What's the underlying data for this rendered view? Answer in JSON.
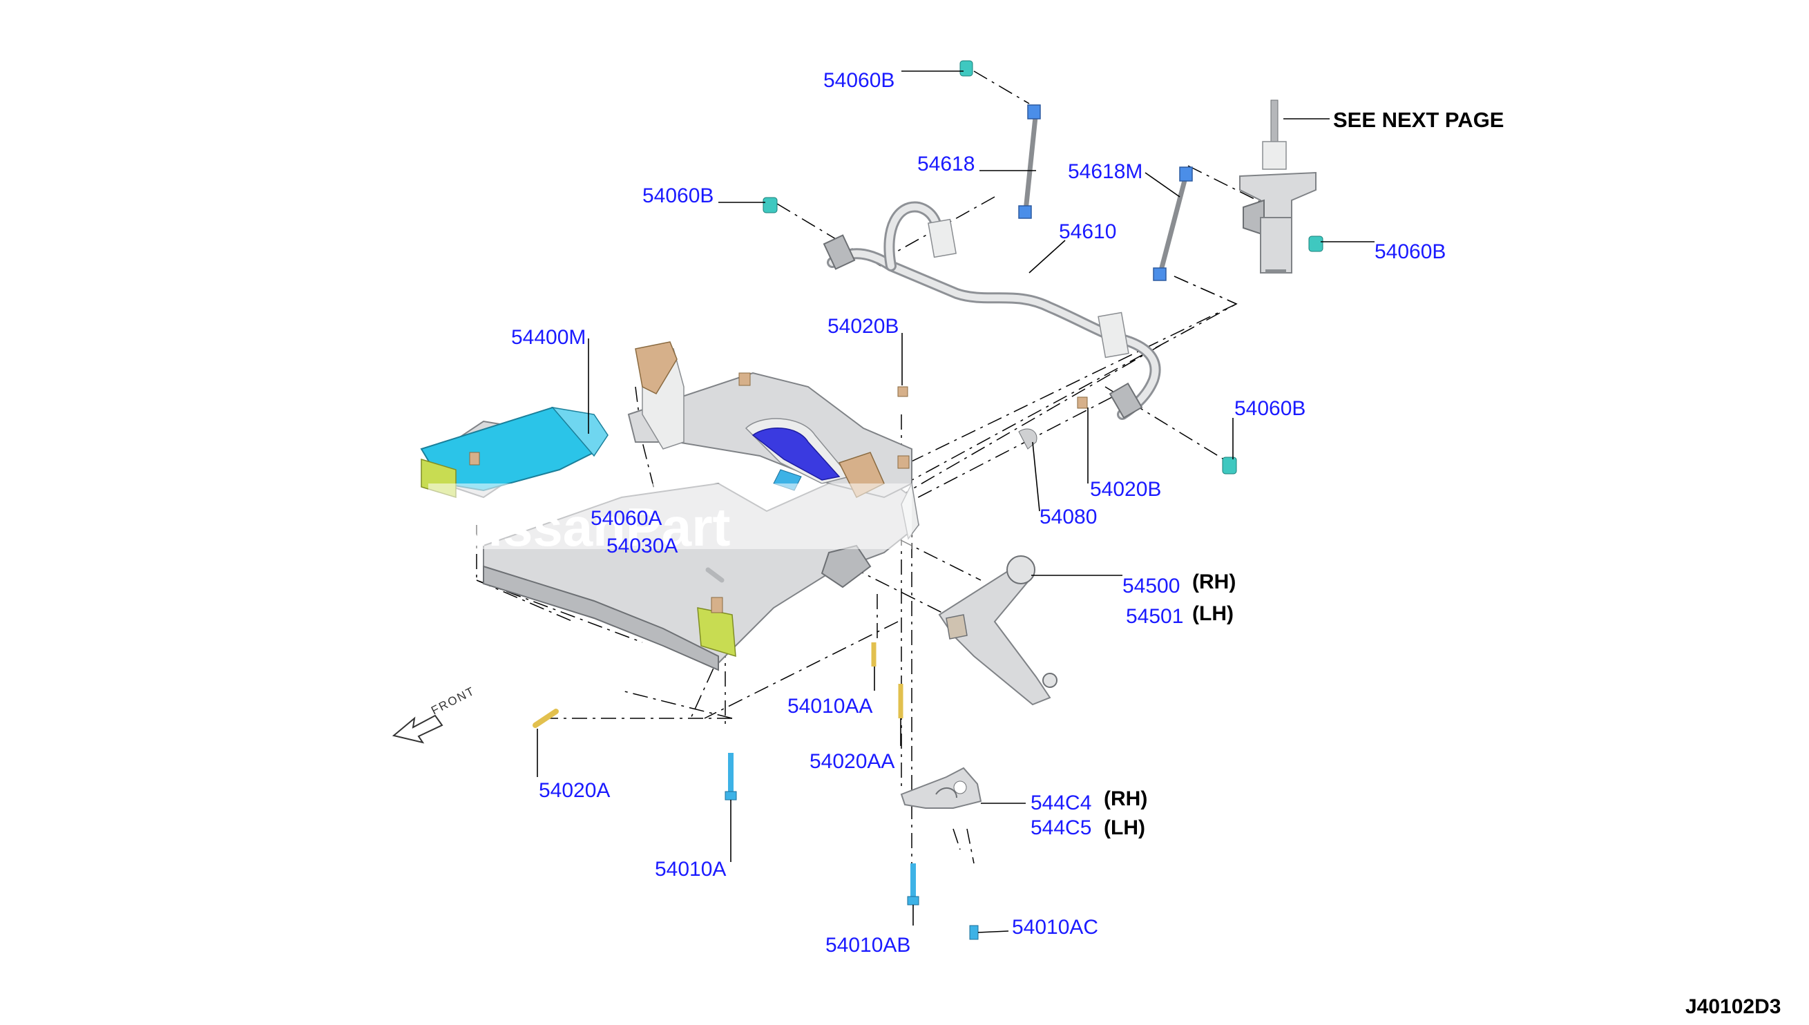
{
  "labels": {
    "l_54060B_top": "54060B",
    "l_54618": "54618",
    "l_54060B_left": "54060B",
    "l_54610": "54610",
    "l_54618M": "54618M",
    "l_see_next": "SEE NEXT PAGE",
    "l_54060B_strut": "54060B",
    "l_54400M": "54400M",
    "l_54020B_top": "54020B",
    "l_54060B_right": "54060B",
    "l_54020B_right": "54020B",
    "l_54080": "54080",
    "l_5406A": "54060A",
    "l_5403A": "54030A",
    "l_54500": "54500",
    "l_54500_rh": "(RH)",
    "l_54501": "54501",
    "l_54501_lh": "(LH)",
    "l_54010AA": "54010AA",
    "l_54020AA": "54020AA",
    "l_54020A": "54020A",
    "l_54010A": "54010A",
    "l_544C4": "544C4",
    "l_544C4_rh": "(RH)",
    "l_544C5": "544C5",
    "l_544C5_lh": "(LH)",
    "l_54010AB": "54010AB",
    "l_54010AC": "54010AC",
    "front": "FRONT",
    "diagram_code": "J40102D3",
    "watermark": "NissanPart"
  },
  "colors": {
    "part_number": "#1a1aff",
    "subframe_cyan": "#2bc4e8",
    "mount_lime": "#c8dc52",
    "bracket_copper": "#d6b08a",
    "bushing_blue": "#3a3ae0",
    "bolt_gold": "#e2c04e",
    "bolt_blue": "#3db2e6"
  },
  "icons": {
    "front_arrow": "front-direction-arrow-icon"
  }
}
